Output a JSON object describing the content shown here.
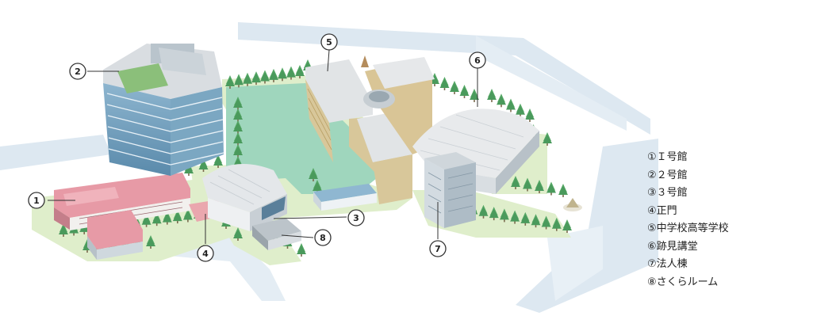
{
  "markers": [
    {
      "id": "1",
      "label": "1"
    },
    {
      "id": "2",
      "label": "2"
    },
    {
      "id": "3",
      "label": "3"
    },
    {
      "id": "4",
      "label": "4"
    },
    {
      "id": "5",
      "label": "5"
    },
    {
      "id": "6",
      "label": "6"
    },
    {
      "id": "7",
      "label": "7"
    },
    {
      "id": "8",
      "label": "8"
    }
  ],
  "legend": [
    {
      "id": "1",
      "text": "①Ｉ号館"
    },
    {
      "id": "2",
      "text": "②２号館"
    },
    {
      "id": "3",
      "text": "③３号館"
    },
    {
      "id": "4",
      "text": "④正門"
    },
    {
      "id": "5",
      "text": "⑤中学校高等学校"
    },
    {
      "id": "6",
      "text": "⑥跡見講堂"
    },
    {
      "id": "7",
      "text": "⑦法人棟"
    },
    {
      "id": "8",
      "text": "⑧さくらルーム"
    }
  ],
  "colors": {
    "road": "#dde8f1",
    "lawn": "#dfeecb",
    "courtyard": "#9fd6bd",
    "tree": "#56a866",
    "roof_red": "#e79aa6",
    "glass": "#6f9fbd"
  }
}
